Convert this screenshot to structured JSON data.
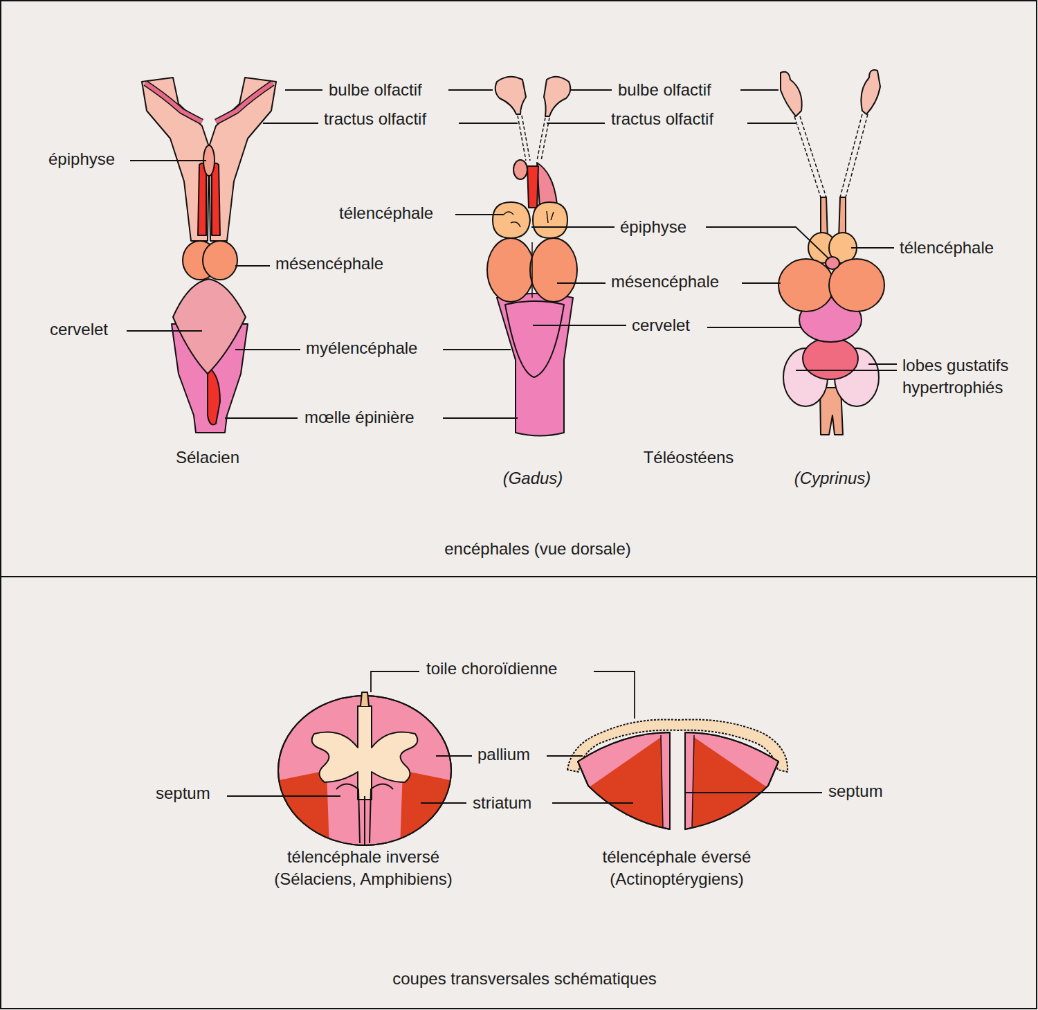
{
  "diagram": {
    "labels": [
      "bulbe olfactif",
      "bulbe olfactif",
      "tractus olfactif",
      "tractus olfactif",
      "épiphyse",
      "télencéphale",
      "épiphyse",
      "télencéphale",
      "mésencéphale",
      "mésencéphale",
      "cervelet",
      "cervelet",
      "myélencéphale",
      "lobes gustatifs hypertrophiés",
      "mœlle épinière",
      "Sélacien",
      "Téléostéens",
      "(Gadus)",
      "(Cyprinus)",
      "encéphales (vue dorsale)",
      "toile choroïdienne",
      "pallium",
      "septum",
      "striatum",
      "septum",
      "télencéphale inversé (Sélaciens, Amphibiens)",
      "télencéphale éversé (Actinoptérygiens)",
      "coupes transversales schématiques"
    ]
  }
}
